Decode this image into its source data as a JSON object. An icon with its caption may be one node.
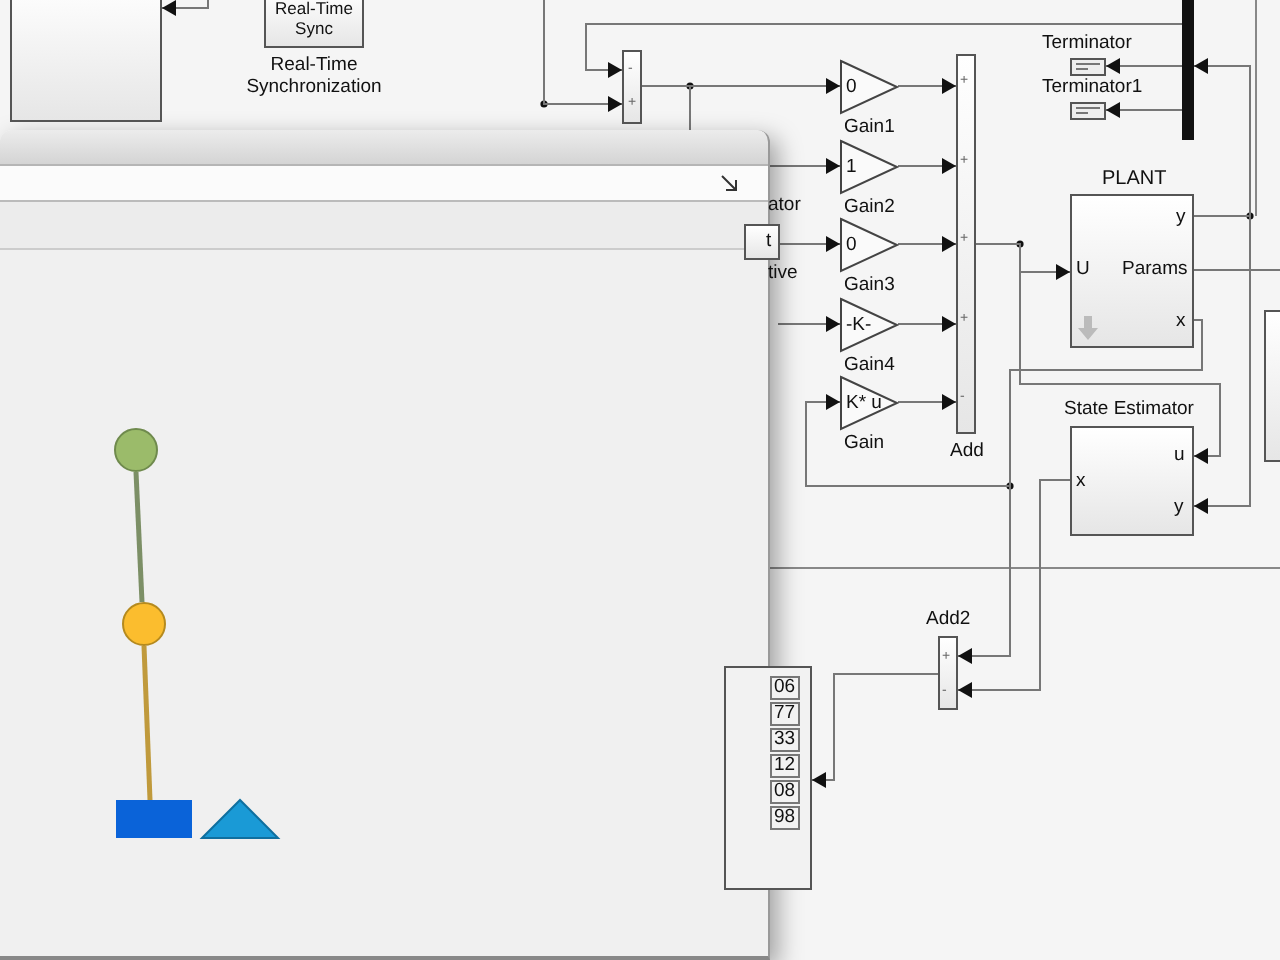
{
  "diagram": {
    "nodes": [
      {
        "text": [],
        "shape": "box"
      },
      {
        "text": [
          "Real-Time Sync",
          "Real-Time Synchronization"
        ]
      },
      {
        "text": [
          "-",
          "+"
        ]
      },
      {
        "text": [
          "0",
          "Gain1"
        ]
      },
      {
        "text": [
          "1",
          "Gain2"
        ]
      },
      {
        "text": [
          "0",
          "Gain3"
        ]
      },
      {
        "text": [
          "-K-",
          "Gain4"
        ]
      },
      {
        "text": [
          "K* u",
          "Gain"
        ]
      },
      {
        "text": [
          "+",
          "+",
          "+",
          "+",
          "-",
          "Add"
        ]
      },
      {
        "text": [
          "Terminator"
        ]
      },
      {
        "text": [
          "Terminator1"
        ]
      },
      {
        "text": [],
        "shape": "bar"
      },
      {
        "text": [
          "PLANT",
          "U",
          "y",
          "Params",
          "x"
        ]
      },
      {
        "text": [
          "State Estimator",
          "u",
          "x",
          "y"
        ]
      },
      {
        "text": [
          "Add2",
          "+",
          "-"
        ]
      },
      {
        "text": [
          "06",
          "77",
          "33",
          "12",
          "08",
          "98"
        ]
      },
      {
        "text": [],
        "shape": "box"
      },
      {
        "text": [],
        "shape": "circle"
      },
      {
        "text": [],
        "shape": "circle"
      },
      {
        "text": [],
        "shape": "box"
      },
      {
        "text": [],
        "shape": "triangle"
      },
      {
        "text": [
          "t",
          "tive"
        ]
      }
    ],
    "edges": [
      {
        "from": null,
        "to": 0,
        "arrow": "to"
      },
      {
        "from": 11,
        "to": 2,
        "arrow": "to"
      },
      {
        "from": null,
        "to": 2,
        "arrow": "to"
      },
      {
        "from": 2,
        "to": 3,
        "arrow": "to"
      },
      {
        "from": 2,
        "to": 4,
        "arrow": "to"
      },
      {
        "from": 21,
        "to": 5,
        "arrow": "to"
      },
      {
        "from": null,
        "to": 6,
        "arrow": "to"
      },
      {
        "from": 3,
        "to": 8,
        "arrow": "to"
      },
      {
        "from": 4,
        "to": 8,
        "arrow": "to"
      },
      {
        "from": 5,
        "to": 8,
        "arrow": "to"
      },
      {
        "from": 6,
        "to": 8,
        "arrow": "to"
      },
      {
        "from": 7,
        "to": 8,
        "arrow": "to"
      },
      {
        "from": 8,
        "to": 12,
        "arrow": "to"
      },
      {
        "from": 8,
        "to": 13,
        "arrow": "to"
      },
      {
        "from": 12,
        "to": 7,
        "arrow": "to"
      },
      {
        "from": 12,
        "to": 14,
        "arrow": "to"
      },
      {
        "from": 13,
        "to": 14,
        "arrow": "to"
      },
      {
        "from": 12,
        "to": 13,
        "arrow": "to"
      },
      {
        "from": 12,
        "to": 11,
        "arrow": "to"
      },
      {
        "from": 12,
        "to": null,
        "arrow": "none"
      },
      {
        "from": 11,
        "to": 9,
        "arrow": "to"
      },
      {
        "from": 11,
        "to": 10,
        "arrow": "to"
      },
      {
        "from": 14,
        "to": 15,
        "arrow": "to"
      },
      {
        "from": 17,
        "to": 18,
        "arrow": "none",
        "style": "thick",
        "color": "#7c8f66"
      },
      {
        "from": 18,
        "to": 19,
        "arrow": "none",
        "style": "thick",
        "color": "#c09a3c"
      }
    ],
    "labels": [
      "ator"
    ]
  }
}
